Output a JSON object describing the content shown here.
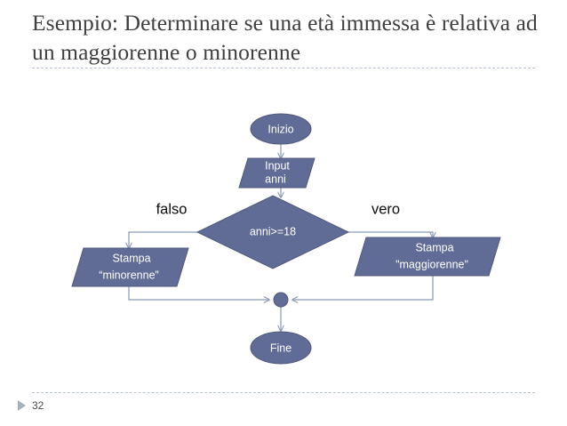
{
  "slide": {
    "title": "Esempio: Determinare se una età immessa è relativa ad un maggiorenne o minorenne",
    "page_number": "32"
  },
  "theme": {
    "shape_fill": "#606C95",
    "shape_stroke": "#51597d",
    "shape_text": "#ffffff",
    "connector": "#8d9ab5",
    "divider": "#b9c3d4",
    "title_text": "#3f3f3f",
    "branch_label_text": "#0d0d0d",
    "footer_bullet": "#a9b0b8",
    "background": "#ffffff"
  },
  "flowchart": {
    "type": "flowchart",
    "nodes": [
      {
        "id": "start",
        "shape": "ellipse",
        "label": "Inizio"
      },
      {
        "id": "input",
        "shape": "parallelogram",
        "label_line1": "Input",
        "label_line2": "anni"
      },
      {
        "id": "decision",
        "shape": "diamond",
        "label": "anni>=18"
      },
      {
        "id": "out_false",
        "shape": "parallelogram",
        "label_line1": "Stampa",
        "label_line2": "“minorenne”"
      },
      {
        "id": "out_true",
        "shape": "parallelogram",
        "label_line1": "Stampa",
        "label_line2": "\"maggiorenne\""
      },
      {
        "id": "merge",
        "shape": "connector-dot",
        "label": ""
      },
      {
        "id": "end",
        "shape": "ellipse",
        "label": "Fine"
      }
    ],
    "branch_labels": {
      "false": "falso",
      "true": "vero"
    },
    "edges": [
      {
        "from": "start",
        "to": "input",
        "label": ""
      },
      {
        "from": "input",
        "to": "decision",
        "label": ""
      },
      {
        "from": "decision",
        "to": "out_false",
        "label": "falso"
      },
      {
        "from": "decision",
        "to": "out_true",
        "label": "vero"
      },
      {
        "from": "out_false",
        "to": "merge",
        "label": ""
      },
      {
        "from": "out_true",
        "to": "merge",
        "label": ""
      },
      {
        "from": "merge",
        "to": "end",
        "label": ""
      }
    ]
  }
}
